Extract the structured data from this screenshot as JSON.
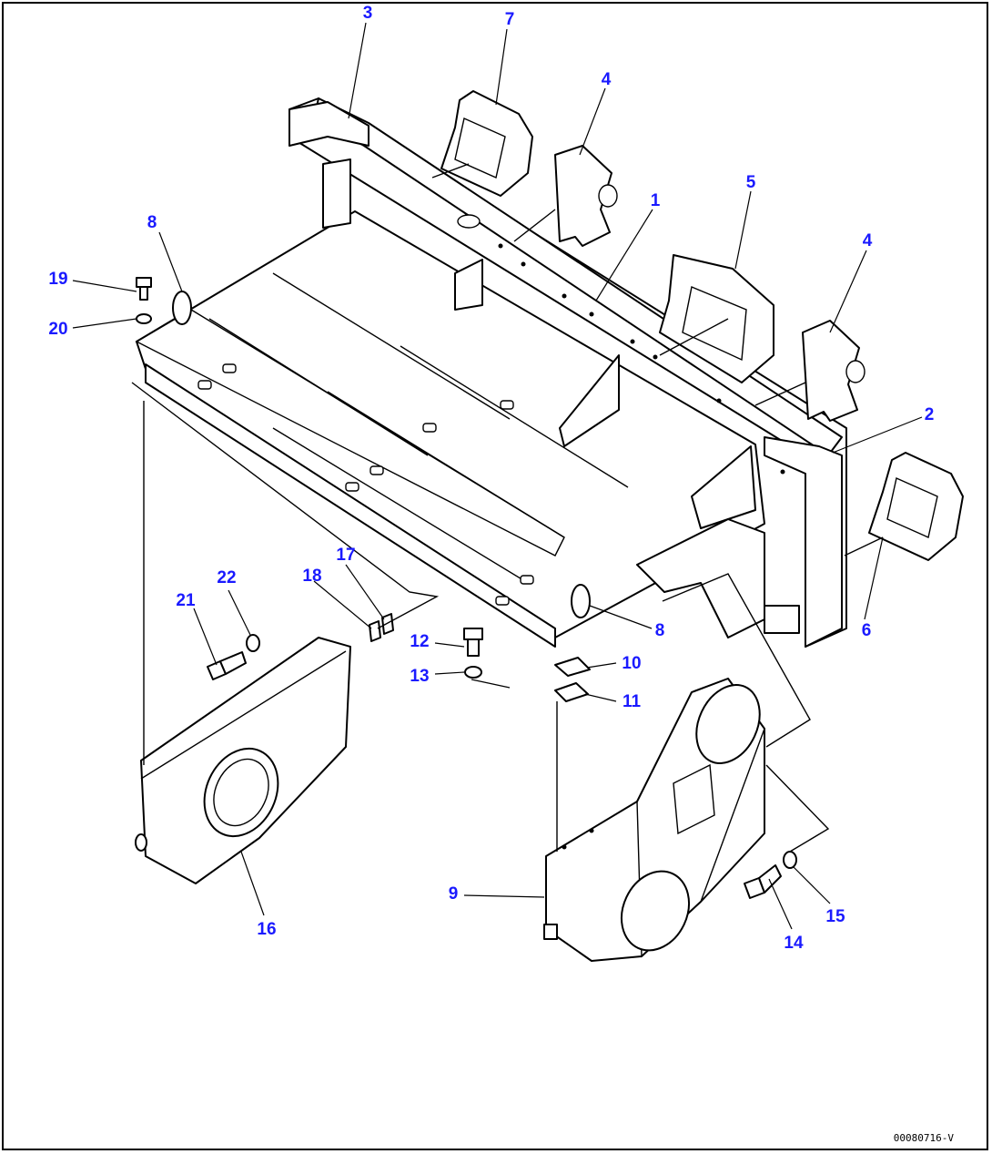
{
  "callouts": [
    {
      "id": "c1",
      "label": "1"
    },
    {
      "id": "c2",
      "label": "2"
    },
    {
      "id": "c3",
      "label": "3"
    },
    {
      "id": "c4a",
      "label": "4"
    },
    {
      "id": "c4b",
      "label": "4"
    },
    {
      "id": "c5",
      "label": "5"
    },
    {
      "id": "c6",
      "label": "6"
    },
    {
      "id": "c7",
      "label": "7"
    },
    {
      "id": "c8a",
      "label": "8"
    },
    {
      "id": "c8b",
      "label": "8"
    },
    {
      "id": "c9",
      "label": "9"
    },
    {
      "id": "c10",
      "label": "10"
    },
    {
      "id": "c11",
      "label": "11"
    },
    {
      "id": "c12",
      "label": "12"
    },
    {
      "id": "c13",
      "label": "13"
    },
    {
      "id": "c14",
      "label": "14"
    },
    {
      "id": "c15",
      "label": "15"
    },
    {
      "id": "c16",
      "label": "16"
    },
    {
      "id": "c17",
      "label": "17"
    },
    {
      "id": "c18",
      "label": "18"
    },
    {
      "id": "c19",
      "label": "19"
    },
    {
      "id": "c20",
      "label": "20"
    },
    {
      "id": "c21",
      "label": "21"
    },
    {
      "id": "c22",
      "label": "22"
    }
  ],
  "drawing_code": "00080716-V",
  "colors": {
    "callout": "#1a1aff",
    "line": "#000000"
  }
}
